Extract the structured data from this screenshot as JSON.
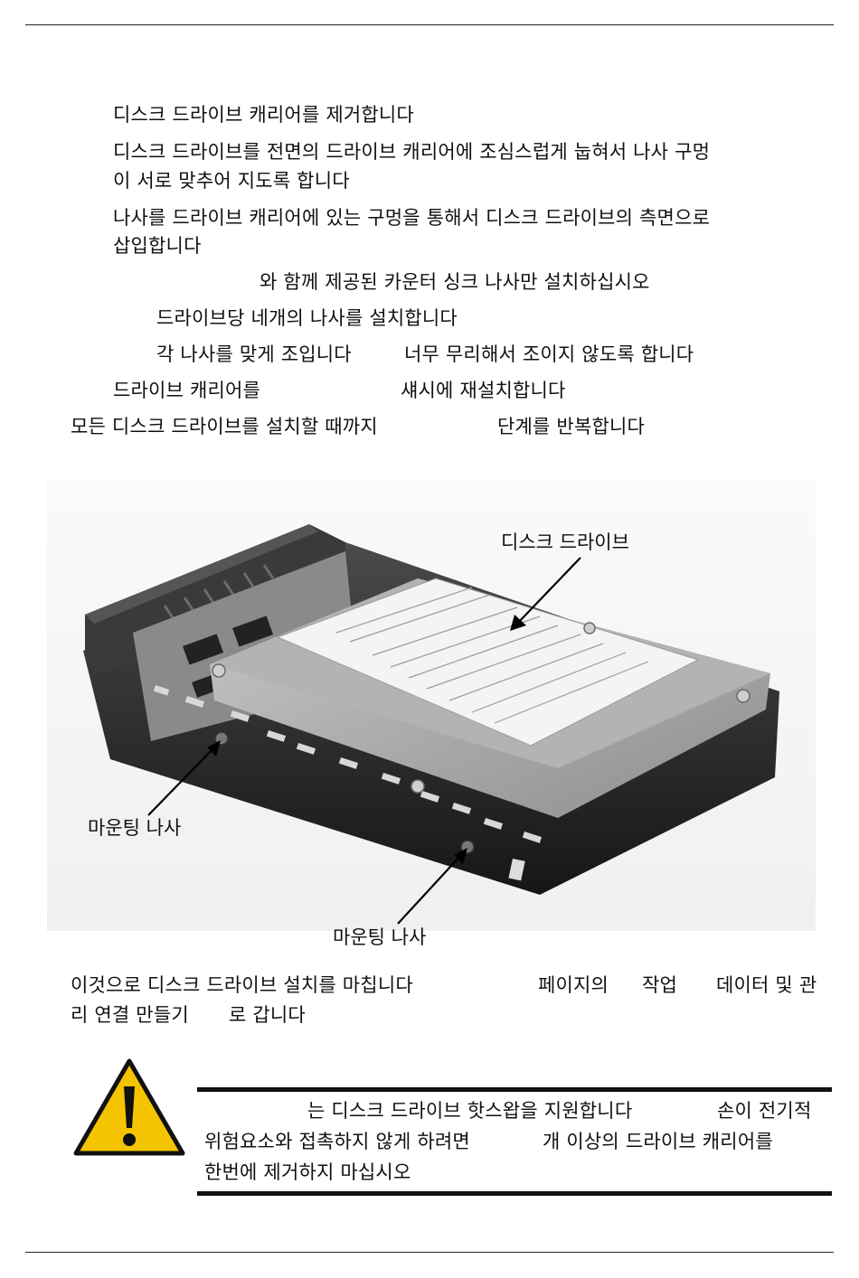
{
  "steps": {
    "s1": "디스크 드라이브 캐리어를 제거합니다",
    "s2_l1": "디스크 드라이브를 전면의 드라이브 캐리어에 조심스럽게 눕혀서 나사 구멍",
    "s2_l2": "이 서로 맞추어 지도록 합니다",
    "s3_l1": "나사를 드라이브 캐리어에 있는 구멍을 통해서 디스크 드라이브의 측면으로",
    "s3_l2": "삽입합니다",
    "s3_note": "와 함께 제공된 카운터 싱크 나사만 설치하십시오",
    "s3_sub1": "드라이브당 네개의 나사를 설치합니다",
    "s3_sub2_a": "각 나사를 맞게 조입니다",
    "s3_sub2_b": "너무 무리해서 조이지 않도록 합니다",
    "s4_a": "드라이브 캐리어를",
    "s4_b": "섀시에 재설치합니다",
    "s5_a": "모든 디스크 드라이브를 설치할 때까지",
    "s5_b": "단계를 반복합니다"
  },
  "figure": {
    "label_drive": "디스크 드라이브",
    "label_screw_1": "마운팅 나사",
    "label_screw_2": "마운팅 나사"
  },
  "closing": {
    "l1_a": "이것으로 디스크 드라이브 설치를 마칩니다",
    "l1_b": "페이지의",
    "l1_c": "작업",
    "l1_d": "데이터 및 관",
    "l2_a": "리 연결 만들기",
    "l2_b": "로 갑니다"
  },
  "warning": {
    "l1_a": "는 디스크 드라이브 핫스왑을 지원합니다",
    "l1_b": "손이 전기적",
    "l2_a": "위험요소와 접촉하지 않게 하려면",
    "l2_b": "개 이상의 드라이브 캐리어를",
    "l3": "한번에 제거하지 마십시오"
  },
  "colors": {
    "warning_yellow": "#f5c400",
    "carrier": "#2b2b2b",
    "label_paper": "#f4f4f4"
  }
}
